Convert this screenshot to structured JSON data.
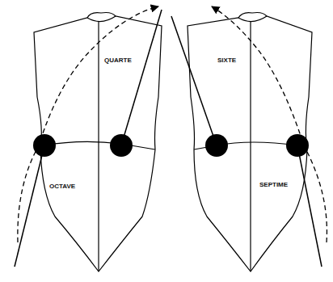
{
  "diagram": {
    "labels": [
      "QUARTE",
      "OCTAVE",
      "SIXTE",
      "SEPTIME"
    ]
  }
}
